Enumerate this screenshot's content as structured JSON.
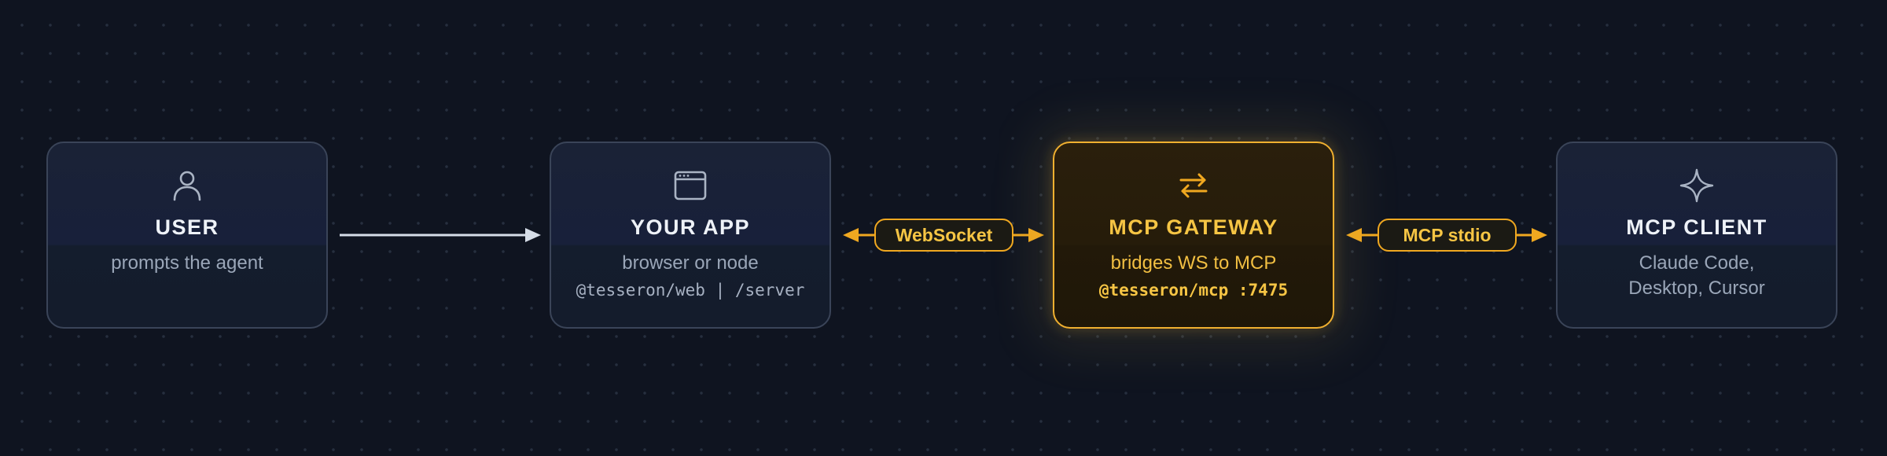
{
  "nodes": {
    "user": {
      "title": "USER",
      "desc": "prompts the agent",
      "icon": "user-icon"
    },
    "app": {
      "title": "YOUR APP",
      "desc": "browser or node",
      "code": "@tesseron/web | /server",
      "icon": "browser-window-icon"
    },
    "gateway": {
      "title": "MCP GATEWAY",
      "desc": "bridges WS to MCP",
      "code": "@tesseron/mcp :7475",
      "icon": "swap-arrows-icon"
    },
    "client": {
      "title": "MCP CLIENT",
      "desc": "Claude Code, Desktop, Cursor",
      "icon": "sparkle-icon"
    }
  },
  "connections": {
    "websocket_label": "WebSocket",
    "stdio_label": "MCP stdio"
  },
  "colors": {
    "background": "#0f1420",
    "accent": "#f0a820",
    "accent_text": "#f6c544",
    "node_border": "#3a4458",
    "arrow_neutral": "#d6dde8"
  }
}
